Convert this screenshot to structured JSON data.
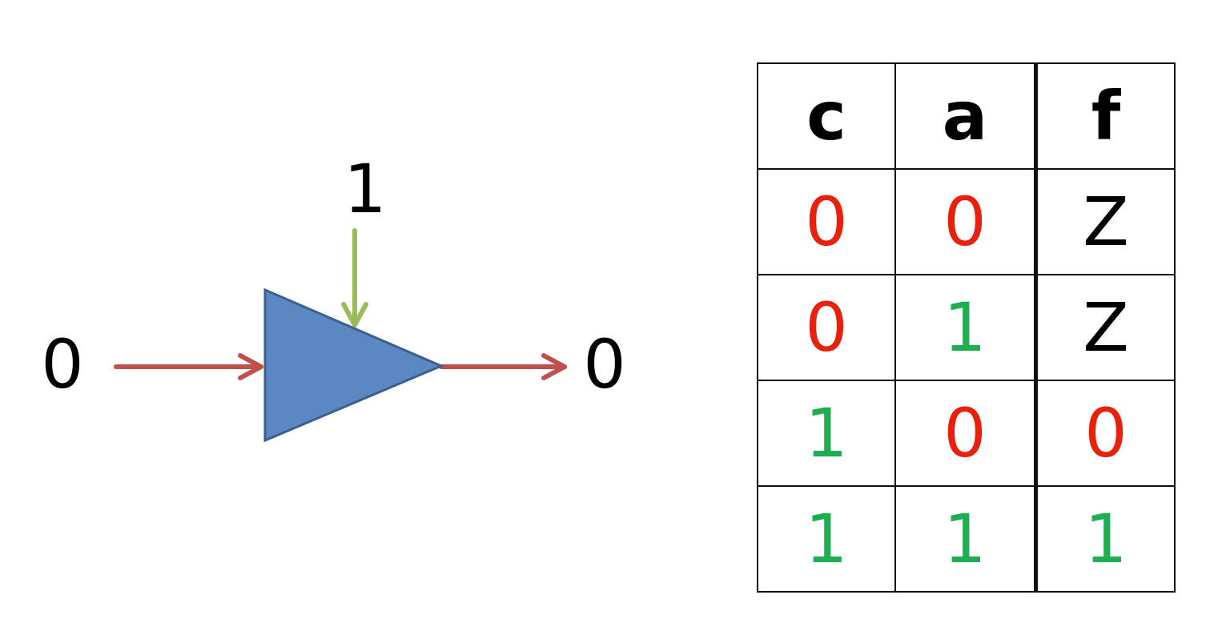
{
  "diagram": {
    "input_label": "0",
    "control_label": "1",
    "output_label": "0",
    "colors": {
      "buffer_fill": "#5b87c2",
      "buffer_stroke": "#3d5f8f",
      "red_wire": "#c0504d",
      "green_wire": "#9bbb59"
    }
  },
  "truth_table": {
    "headers": [
      "c",
      "a",
      "f"
    ],
    "rows": [
      [
        {
          "v": "0",
          "color": "#e8200c"
        },
        {
          "v": "0",
          "color": "#e8200c"
        },
        {
          "v": "Z",
          "color": "#000000"
        }
      ],
      [
        {
          "v": "0",
          "color": "#e8200c"
        },
        {
          "v": "1",
          "color": "#1fae4f"
        },
        {
          "v": "Z",
          "color": "#000000"
        }
      ],
      [
        {
          "v": "1",
          "color": "#1fae4f"
        },
        {
          "v": "0",
          "color": "#e8200c"
        },
        {
          "v": "0",
          "color": "#e8200c"
        }
      ],
      [
        {
          "v": "1",
          "color": "#1fae4f"
        },
        {
          "v": "1",
          "color": "#1fae4f"
        },
        {
          "v": "1",
          "color": "#1fae4f"
        }
      ]
    ]
  }
}
